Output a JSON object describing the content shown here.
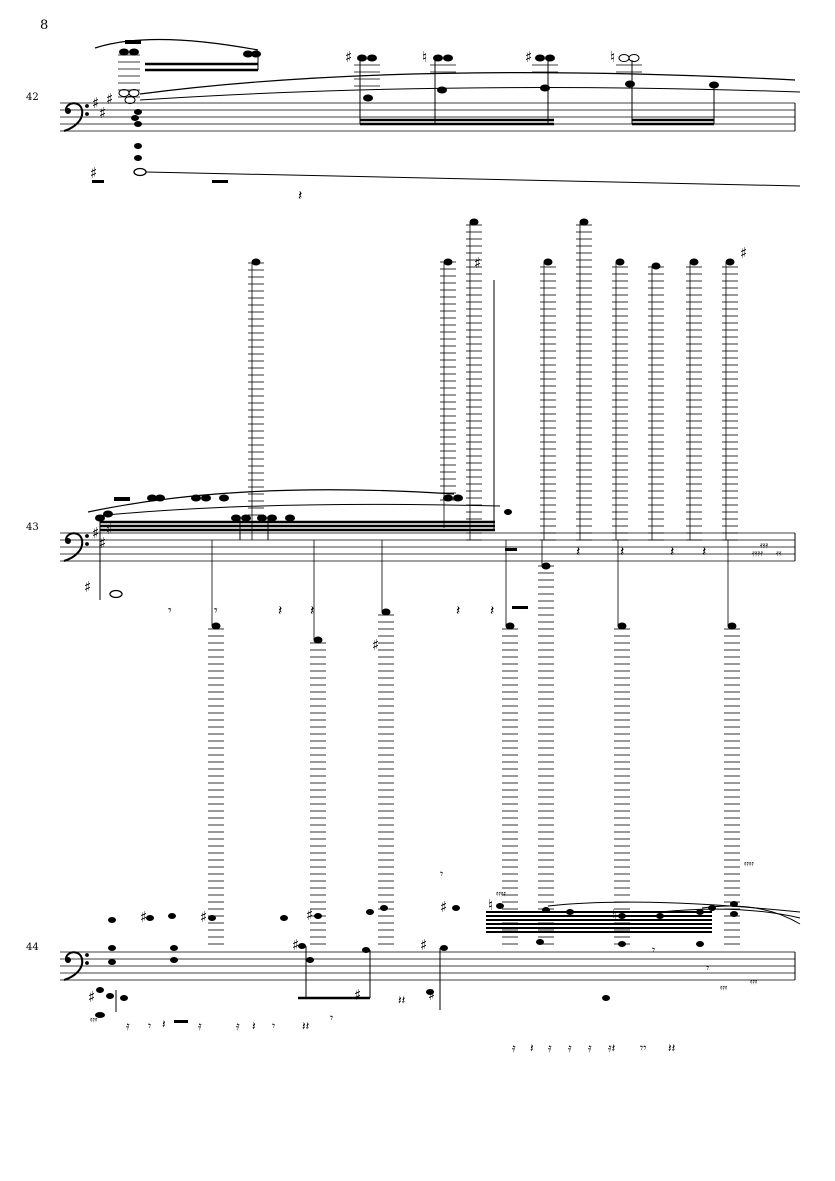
{
  "page": {
    "page_number": "8"
  },
  "systems": [
    {
      "measure_number": "42",
      "clef": "bass",
      "key_signature": "3 sharps"
    },
    {
      "measure_number": "43",
      "clef": "bass",
      "key_signature": "3 sharps"
    },
    {
      "measure_number": "44",
      "clef": "bass",
      "key_signature": "none"
    }
  ]
}
